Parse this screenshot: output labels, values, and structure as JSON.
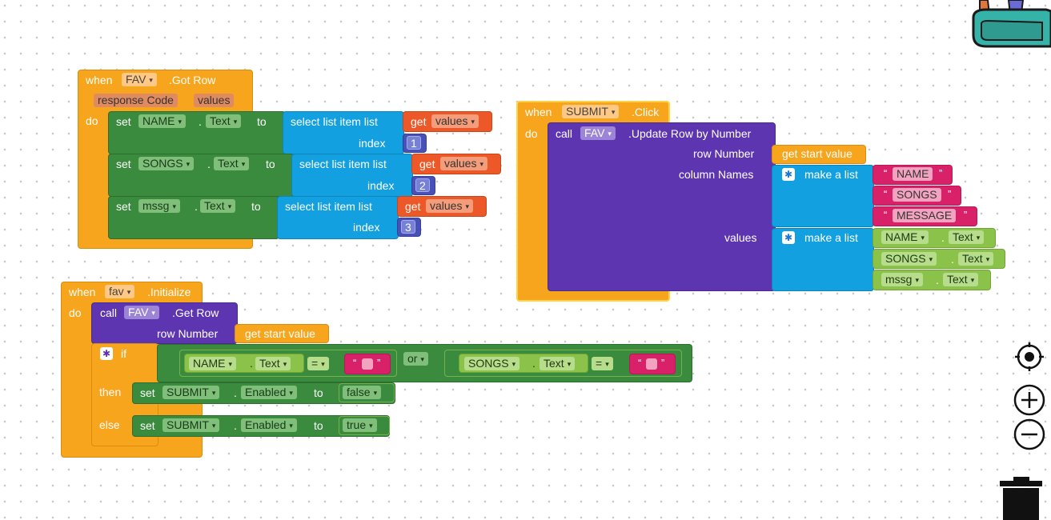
{
  "got_row": {
    "when": "when",
    "component": "FAV",
    "event": ".Got Row",
    "params": [
      "response Code",
      "values"
    ],
    "do": "do",
    "rows": [
      {
        "set": "set",
        "target": "NAME",
        "dot": ".",
        "prop": "Text",
        "to": "to",
        "select": "select list item  list",
        "get": "get",
        "var": "values",
        "index_label": "index",
        "index": "1"
      },
      {
        "set": "set",
        "target": "SONGS",
        "dot": ".",
        "prop": "Text",
        "to": "to",
        "select": "select list item  list",
        "get": "get",
        "var": "values",
        "index_label": "index",
        "index": "2"
      },
      {
        "set": "set",
        "target": "mssg",
        "dot": ".",
        "prop": "Text",
        "to": "to",
        "select": "select list item  list",
        "get": "get",
        "var": "values",
        "index_label": "index",
        "index": "3"
      }
    ]
  },
  "submit_click": {
    "when": "when",
    "component": "SUBMIT",
    "event": ".Click",
    "do": "do",
    "call": "call",
    "call_component": "FAV",
    "method": ".Update Row by Number",
    "row_number_label": "row Number",
    "row_number_value": "get start value",
    "column_names_label": "column Names",
    "make_list": "make a list",
    "column_names": [
      "NAME",
      "SONGS",
      "MESSAGE"
    ],
    "values_label": "values",
    "values": [
      {
        "comp": "NAME",
        "dot": ".",
        "prop": "Text"
      },
      {
        "comp": "SONGS",
        "dot": ".",
        "prop": "Text"
      },
      {
        "comp": "mssg",
        "dot": ".",
        "prop": "Text"
      }
    ],
    "open_quote": "“",
    "close_quote": "”"
  },
  "initialize": {
    "when": "when",
    "component": "fav",
    "event": ".Initialize",
    "do": "do",
    "call": "call",
    "call_component": "FAV",
    "method": ".Get Row",
    "row_number_label": "row Number",
    "row_number_value": "get start value",
    "if": "if",
    "then": "then",
    "else": "else",
    "cond_left": {
      "comp": "NAME",
      "dot": ".",
      "prop": "Text",
      "op": "="
    },
    "or": "or",
    "cond_right": {
      "comp": "SONGS",
      "dot": ".",
      "prop": "Text",
      "op": "="
    },
    "then_set": {
      "set": "set",
      "comp": "SUBMIT",
      "dot": ".",
      "prop": "Enabled",
      "to": "to",
      "value": "false"
    },
    "else_set": {
      "set": "set",
      "comp": "SUBMIT",
      "dot": ".",
      "prop": "Enabled",
      "to": "to",
      "value": "true"
    }
  },
  "workspace_controls": [
    "center-icon",
    "zoom-in-icon",
    "zoom-out-icon",
    "trash-icon"
  ],
  "colors": {
    "event": "#f7a51c",
    "procedure": "#5e35b1",
    "setter": "#3b8b3e",
    "list": "#12a0e0",
    "variable": "#ec5828",
    "text": "#d9216a",
    "getter": "#8bc34a",
    "math": "#4751b8"
  }
}
